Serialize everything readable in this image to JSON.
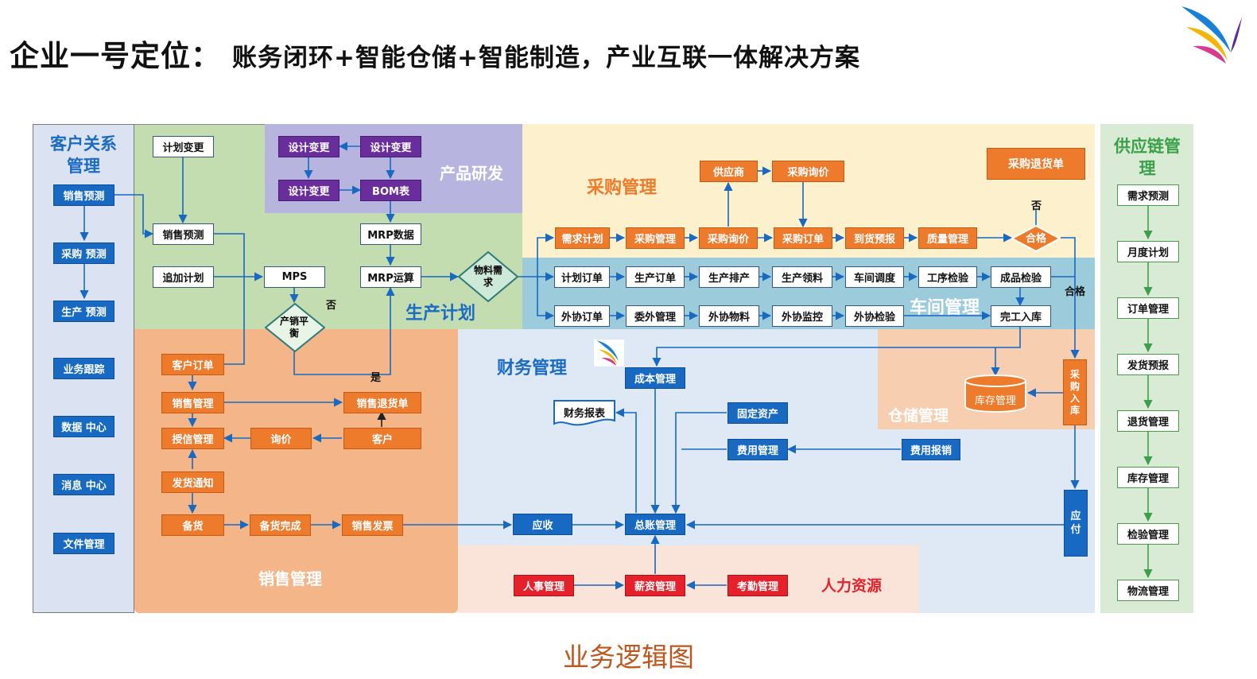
{
  "title": {
    "main": "企业一号定位：",
    "sub": "账务闭环+智能仓储+智能制造，产业互联一体解决方案"
  },
  "caption": "业务逻辑图",
  "regions": {
    "crm": "客户关系管理",
    "production_plan": "生产计划",
    "rnd": "产品研发",
    "purchase": "采购管理",
    "workshop": "车间管理",
    "supply": "供应链管理",
    "finance": "财务管理",
    "warehouse": "仓储管理",
    "sales": "销售管理",
    "hr": "人力资源"
  },
  "crm_items": [
    "销售预测",
    "采购 预测",
    "生产 预测",
    "业务跟踪",
    "数据 中心",
    "消息 中心",
    "文件管理"
  ],
  "supply_items": [
    "需求预测",
    "月度计划",
    "订单管理",
    "发货预报",
    "退货管理",
    "库存管理",
    "检验管理",
    "物流管理"
  ],
  "plan": {
    "change": "计划变更",
    "forecast": "销售预测",
    "add": "追加计划",
    "mps": "MPS",
    "mrp_data": "MRP数据",
    "mrp_run": "MRP运算",
    "balance": "产销平衡",
    "material": "物料需求"
  },
  "rnd": {
    "d1": "设计变更",
    "d2": "设计变更",
    "d3": "设计变更",
    "bom": "BOM表"
  },
  "purchase": {
    "supplier": "供应商",
    "inquiry_top": "采购询价",
    "return_bill": "采购退货单",
    "demand": "需求计划",
    "mgmt": "采购管理",
    "inquiry": "采购询价",
    "order": "采购订单",
    "arrival": "到货预报",
    "quality": "质量管理",
    "qualified": "合格"
  },
  "workshop": {
    "plan_order": "计划订单",
    "prod_order": "生产订单",
    "schedule": "生产排产",
    "picking": "生产领料",
    "dispatch": "车间调度",
    "process_check": "工序检验",
    "product_check": "成品检验",
    "out_order": "外协订单",
    "entrust": "委外管理",
    "out_material": "外协物料",
    "out_monitor": "外协监控",
    "out_check": "外协检验",
    "finish_in": "完工入库"
  },
  "warehouse": {
    "stock": "库存管理",
    "purchase_in": "采购入库"
  },
  "finance": {
    "cost": "成本管理",
    "report": "财务报表",
    "fixed": "固定资产",
    "expense": "费用管理",
    "reimburse": "费用报销",
    "receivable": "应收",
    "ledger": "总账管理",
    "payable": "应付"
  },
  "sales": {
    "cust_order": "客户订单",
    "mgmt": "销售管理",
    "return_bill": "销售退货单",
    "credit": "授信管理",
    "quote": "询价",
    "customer": "客户",
    "notice": "发货通知",
    "prepare": "备货",
    "prepared": "备货完成",
    "invoice": "销售发票"
  },
  "hr": {
    "personnel": "人事管理",
    "salary": "薪资管理",
    "attendance": "考勤管理"
  },
  "notes": {
    "no1": "否",
    "yes": "是",
    "no2": "否",
    "ok": "合格"
  },
  "colors": {
    "blue": "#1769c2",
    "orange": "#ee7a2c",
    "purple": "#6a2d9c",
    "red": "#e5212b",
    "line": "#1769c2"
  }
}
